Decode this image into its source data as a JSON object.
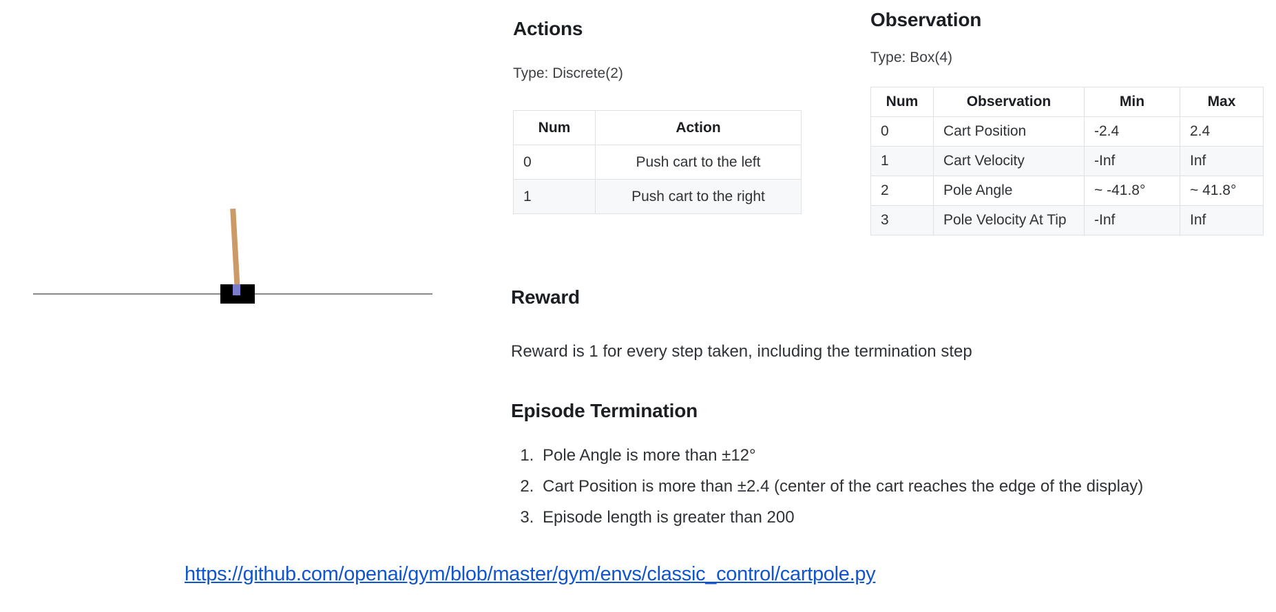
{
  "figure": {
    "name": "cartpole-illustration",
    "colors": {
      "cart": "#000000",
      "pole": "#cc9a66",
      "axle": "#7c7ccc",
      "track": "#8a8a8a"
    }
  },
  "actions": {
    "heading": "Actions",
    "type_label": "Type: Discrete(2)",
    "table": {
      "headers": [
        "Num",
        "Action"
      ],
      "rows": [
        {
          "num": "0",
          "action": "Push cart to the left"
        },
        {
          "num": "1",
          "action": "Push cart to the right"
        }
      ]
    }
  },
  "observation": {
    "heading": "Observation",
    "type_label": "Type: Box(4)",
    "table": {
      "headers": [
        "Num",
        "Observation",
        "Min",
        "Max"
      ],
      "rows": [
        {
          "num": "0",
          "name": "Cart Position",
          "min": "-2.4",
          "max": "2.4"
        },
        {
          "num": "1",
          "name": "Cart Velocity",
          "min": "-Inf",
          "max": "Inf"
        },
        {
          "num": "2",
          "name": "Pole Angle",
          "min": "~ -41.8°",
          "max": "~ 41.8°"
        },
        {
          "num": "3",
          "name": "Pole Velocity At Tip",
          "min": "-Inf",
          "max": "Inf"
        }
      ]
    }
  },
  "reward": {
    "heading": "Reward",
    "text": "Reward is 1 for every step taken, including the termination step"
  },
  "termination": {
    "heading": "Episode Termination",
    "items": [
      "Pole Angle is more than ±12°",
      "Cart Position is more than ±2.4 (center of the cart reaches the edge of the display)",
      "Episode length is greater than 200"
    ]
  },
  "footer": {
    "link_text": "https://github.com/openai/gym/blob/master/gym/envs/classic_control/cartpole.py",
    "link_color": "#1155cc"
  }
}
